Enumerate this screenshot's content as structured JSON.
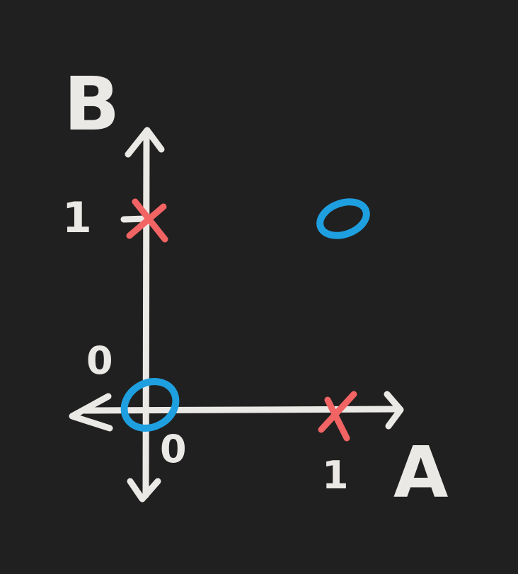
{
  "diagram": {
    "axes": {
      "x_label": "A",
      "y_label": "B",
      "x_ticks": [
        "0",
        "1"
      ],
      "y_ticks": [
        "0",
        "1"
      ]
    },
    "points": [
      {
        "a": 0,
        "b": 0,
        "mark": "O",
        "color": "#1e9fe0"
      },
      {
        "a": 1,
        "b": 0,
        "mark": "X",
        "color": "#f26464"
      },
      {
        "a": 0,
        "b": 1,
        "mark": "X",
        "color": "#f26464"
      },
      {
        "a": 1,
        "b": 1,
        "mark": "O",
        "color": "#1e9fe0"
      }
    ],
    "colors": {
      "background": "#212020",
      "ink": "#ebe9e6",
      "x_mark": "#f26464",
      "o_mark": "#1e9fe0"
    }
  }
}
